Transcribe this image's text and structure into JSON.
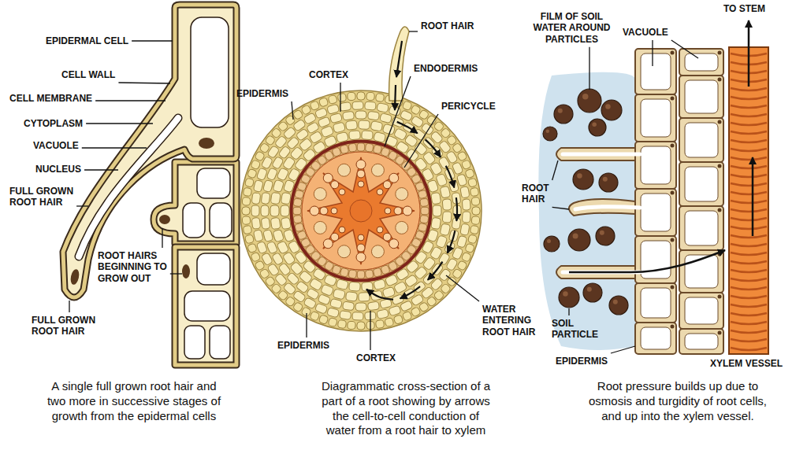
{
  "diagram": {
    "labels": [
      "EPIDERMAL CELL",
      "CELL WALL",
      "CELL MEMBRANE",
      "CYTOPLASM",
      "VACUOLE",
      "NUCLEUS",
      "FULL GROWN ROOT HAIR",
      "ROOT HAIRS BEGINNING TO GROW OUT",
      "FULL GROWN ROOT HAIR",
      "A single full grown root hair and two more in successive stages of growth from the epidermal cells",
      "ROOT HAIR",
      "CORTEX",
      "ENDODERMIS",
      "EPIDERMIS",
      "PERICYCLE",
      "WATER ENTERING ROOT HAIR",
      "EPIDERMIS",
      "CORTEX",
      "Diagrammatic cross-section of a part of a root showing by arrows the cell-to-cell conduction of water from a root hair to xylem",
      "FILM OF SOIL WATER AROUND PARTICLES",
      "TO STEM",
      "VACUOLE",
      "ROOT HAIR",
      "SOIL PARTICLE",
      "EPIDERMIS",
      "XYLEM VESSEL",
      "Root pressure builds up due to osmosis and turgidity of root cells, and up into the xylem vessel."
    ]
  }
}
